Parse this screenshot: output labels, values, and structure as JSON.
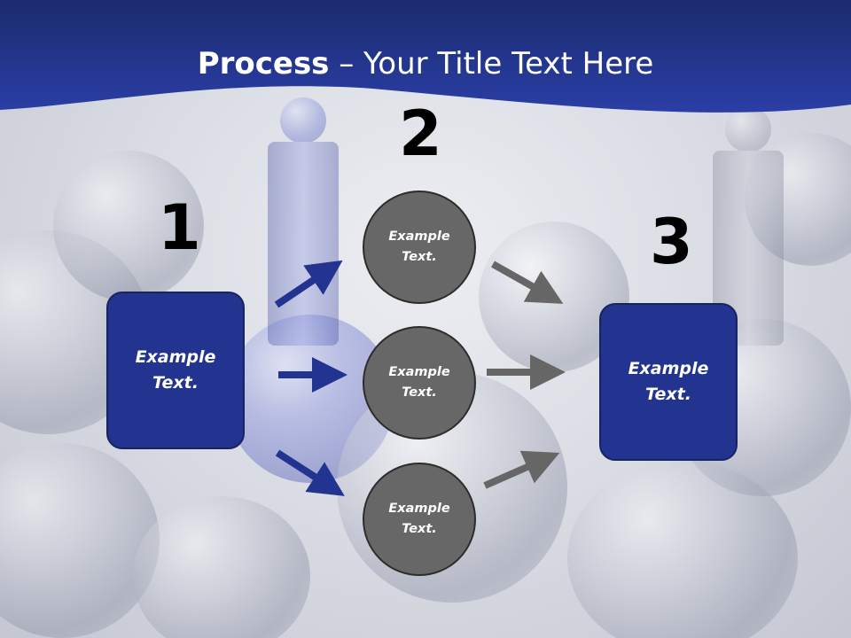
{
  "header": {
    "title_bold": "Process",
    "title_rest": " – Your Title Text Here"
  },
  "steps": {
    "one": {
      "number": "1",
      "box_text": "Example\nText."
    },
    "two": {
      "number": "2",
      "circles": [
        "Example\nText.",
        "Example\nText.",
        "Example\nText."
      ]
    },
    "three": {
      "number": "3",
      "box_text": "Example\nText."
    }
  },
  "colors": {
    "header_blue": "#22348f",
    "box_fill": "#22348f",
    "circle_fill": "#676767",
    "arrow_blue": "#22348f",
    "arrow_gray": "#666666"
  }
}
